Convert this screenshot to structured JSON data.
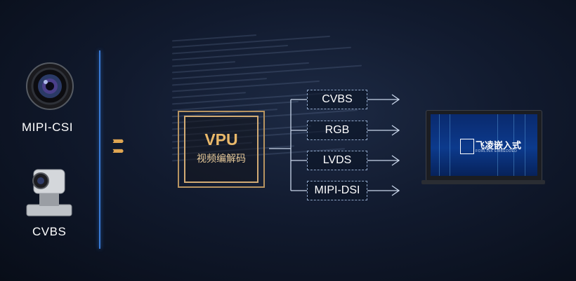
{
  "sources": [
    {
      "label": "MIPI-CSI",
      "icon": "camera-lens-icon"
    },
    {
      "label": "CVBS",
      "icon": "ptz-camera-icon"
    }
  ],
  "processor": {
    "title": "VPU",
    "subtitle": "视频编解码"
  },
  "outputs": [
    {
      "label": "CVBS"
    },
    {
      "label": "RGB"
    },
    {
      "label": "LVDS"
    },
    {
      "label": "MIPI-DSI"
    }
  ],
  "display": {
    "logo_text": "飞凌嵌入式",
    "logo_sub": "FORLINX EMBEDDED"
  },
  "colors": {
    "accent_gold": "#e0a652",
    "accent_blue": "#3a7bd5",
    "background": "#0b1120"
  }
}
